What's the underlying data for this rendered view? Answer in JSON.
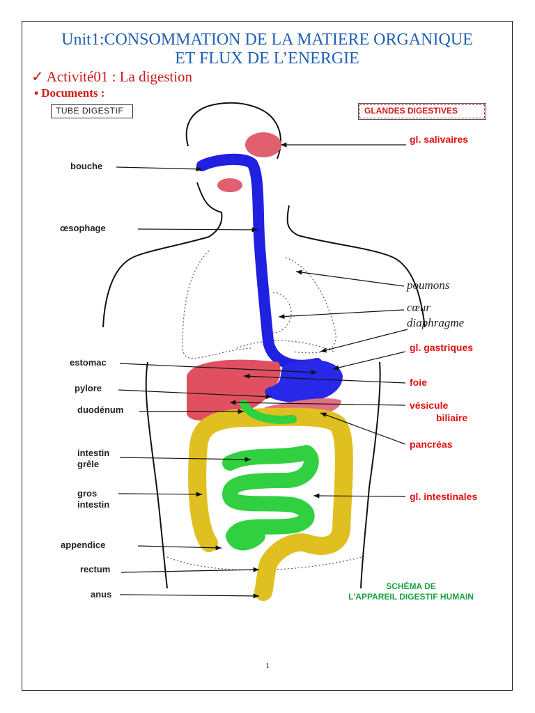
{
  "header": {
    "title_line1": "Unit1:CONSOMMATION DE LA MATIERE ORGANIQUE",
    "title_line2": "ET FLUX DE L’ENERGIE",
    "activity": "✓ Activité01 : La digestion",
    "documents": "▪  Documents :"
  },
  "diagram": {
    "tube_digestif_label": "TUBE DIGESTIF",
    "glandes_label": "GLANDES  DIGESTIVES",
    "left_labels": {
      "bouche": "bouche",
      "oesophage": "œsophage",
      "estomac": "estomac",
      "pylore": "pylore",
      "duodenum": "duodénum",
      "intestin_grele_1": "intestin",
      "intestin_grele_2": "grêle",
      "gros_intestin_1": "gros",
      "gros_intestin_2": "intestin",
      "appendice": "appendice",
      "rectum": "rectum",
      "anus": "anus"
    },
    "right_labels": {
      "gl_salivaires": "gl. salivaires",
      "poumons": "poumons",
      "coeur": "cœur",
      "diaphragme": "diaphragme",
      "gl_gastriques": "gl. gastriques",
      "foie": "foie",
      "vesicule_1": "vésicule",
      "vesicule_2": "biliaire",
      "pancreas": "pancréas",
      "gl_intestinales": "gl. intestinales"
    },
    "schema_line1": "SCHÉMA DE",
    "schema_line2": "L'APPAREIL DIGESTIF HUMAIN",
    "colors": {
      "tube": "#2020e0",
      "glands": "#e05060",
      "small_intestine": "#30d040",
      "large_intestine": "#e0c020",
      "label_red": "#e01010",
      "title_blue": "#1f5fb4"
    }
  },
  "footer": {
    "page_number": "1"
  }
}
